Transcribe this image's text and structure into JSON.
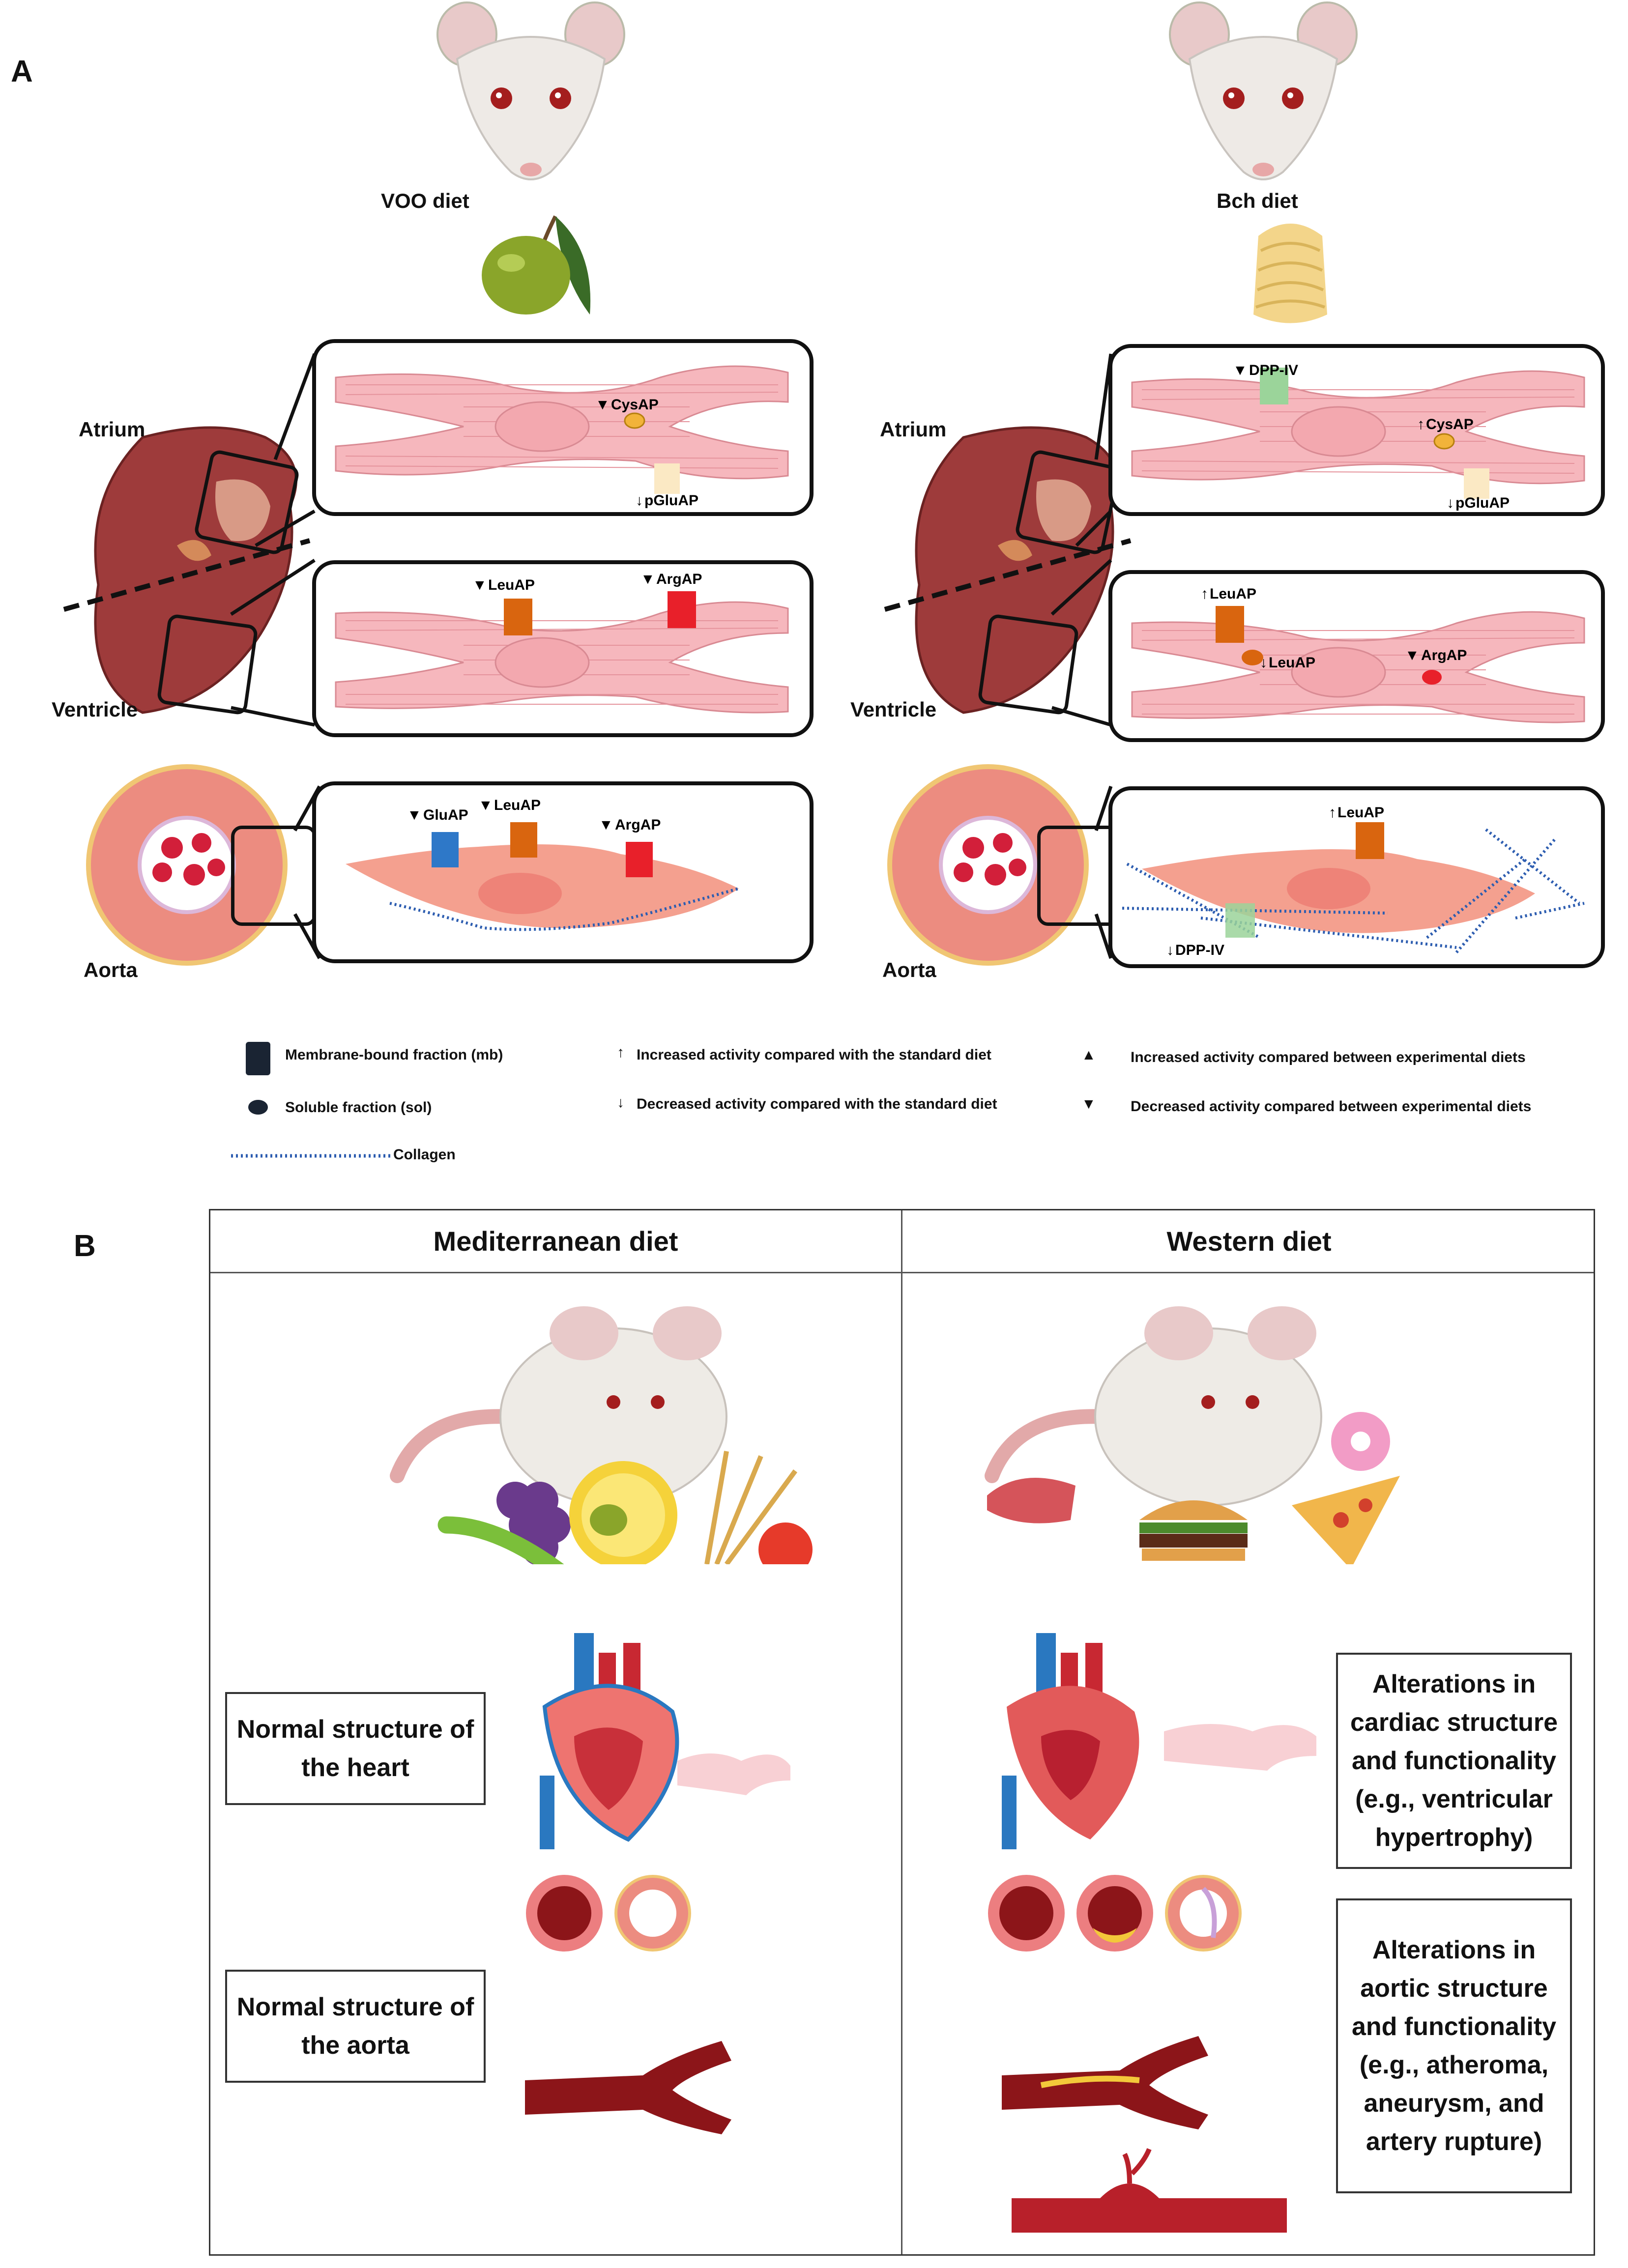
{
  "panel_a": {
    "letter": "A",
    "left_diet": "VOO diet",
    "right_diet": "Bch diet",
    "labels": {
      "atrium": "Atrium",
      "ventricle": "Ventricle",
      "aorta": "Aorta"
    },
    "left": {
      "atrium": {
        "cysap": "CysAP",
        "pgluap": "pGluAP"
      },
      "ventricle": {
        "leuap": "LeuAP",
        "argap": "ArgAP"
      },
      "aorta": {
        "gluap": "GluAP",
        "leuap": "LeuAP",
        "argap": "ArgAP"
      }
    },
    "right": {
      "atrium": {
        "dppiv": "DPP-IV",
        "cysap": "CysAP",
        "pgluap": "pGluAP"
      },
      "ventricle": {
        "leuap_mb": "LeuAP",
        "leuap_sol": "LeuAP",
        "argap": "ArgAP"
      },
      "aorta": {
        "leuap": "LeuAP",
        "dppiv": "DPP-IV"
      }
    },
    "legend": {
      "mb": "Membrane-bound fraction (mb)",
      "sol": "Soluble fraction (sol)",
      "collagen": "Collagen",
      "inc_std": "Increased activity compared with the standard diet",
      "dec_std": "Decreased activity compared with the standard diet",
      "inc_exp": "Increased activity compared between experimental diets",
      "dec_exp": "Decreased activity compared between experimental diets"
    },
    "colors": {
      "membrane": "#1a2433",
      "collagen": "#2d5db0",
      "cell": "#f6b7bd",
      "heart": "#9e3b3b",
      "cysap": "#f2b33a",
      "pgluap": "#fbe9c4",
      "dppiv": "#9bd49a",
      "leuap": "#d9650f",
      "argap": "#e8202a",
      "gluap": "#2e78c8"
    }
  },
  "panel_b": {
    "letter": "B",
    "col_left": "Mediterranean diet",
    "col_right": "Western diet",
    "box_heart_left": "Normal structure of the heart",
    "box_aorta_left": "Normal structure of the aorta",
    "box_heart_right": "Alterations in cardiac structure and functionality (e.g., ventricular hypertrophy)",
    "box_aorta_right": "Alterations in aortic structure and functionality (e.g., atheroma, aneurysm, and artery rupture)"
  }
}
